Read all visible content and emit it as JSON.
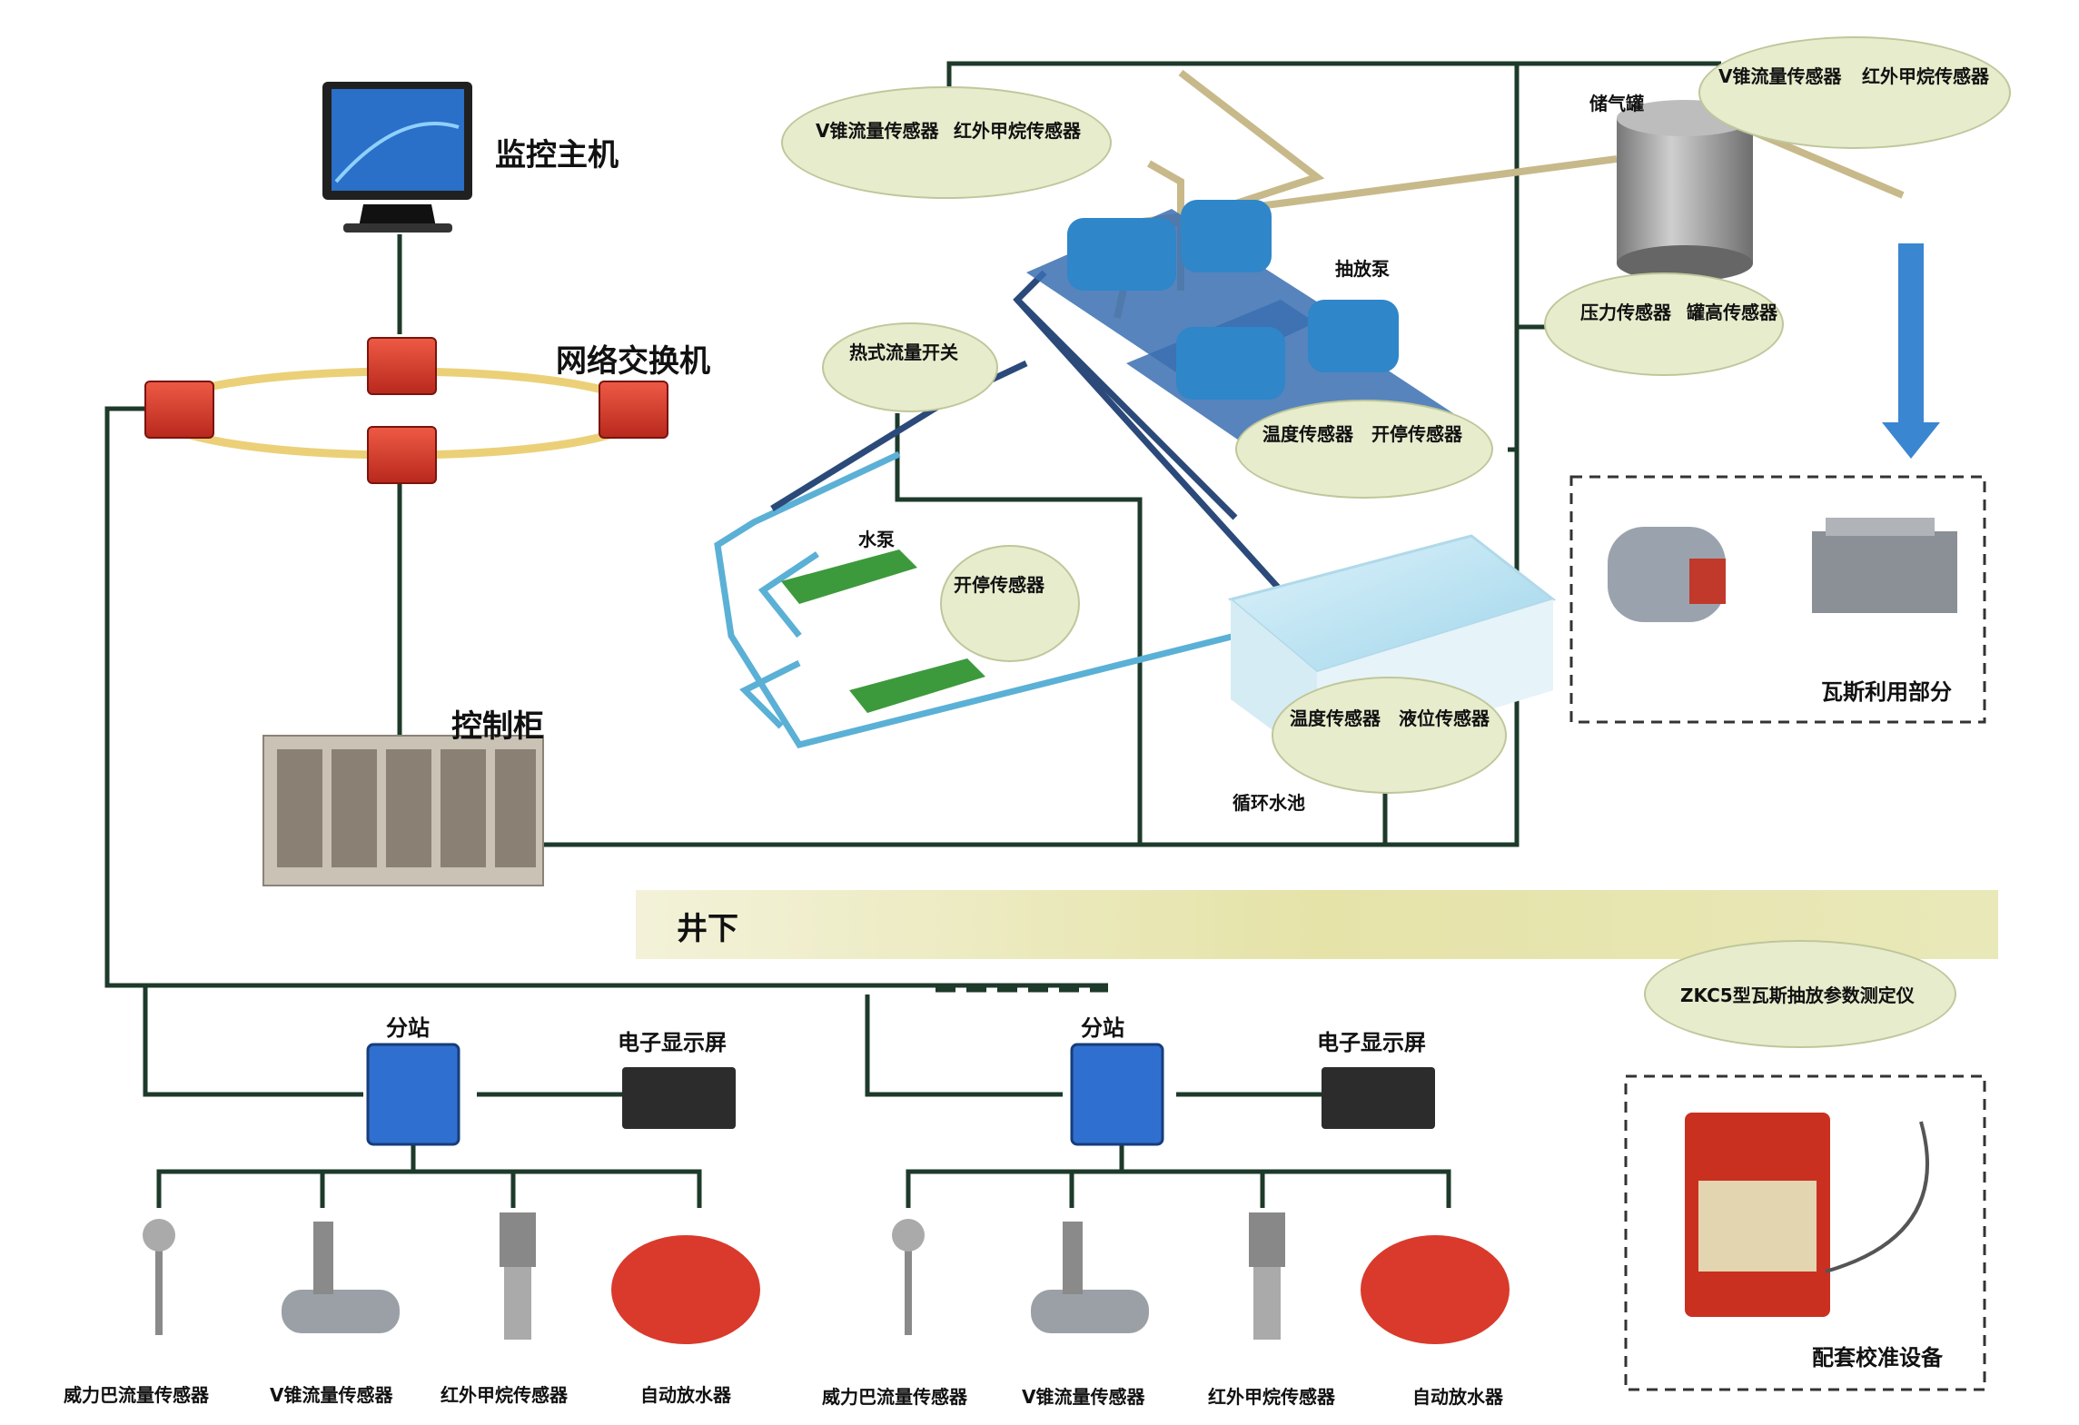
{
  "labels": {
    "monitor_host": "监控主机",
    "network_switch": "网络交换机",
    "control_cabinet": "控制柜",
    "underground": "井下",
    "substation_left": "分站",
    "substation_right": "分站",
    "display_left": "电子显示屏",
    "display_right": "电子显示屏",
    "pump_station": "抽放泵",
    "gas_tank": "储气罐",
    "water_pump": "水泵",
    "circulating_pool": "循环水池",
    "gas_utilization": "瓦斯利用部分",
    "calibration_equipment": "配套校准设备",
    "zkc5_device": "ZKC5型瓦斯抽放参数测定仪"
  },
  "bubbles": {
    "top_left": [
      "V锥流量传感器",
      "红外甲烷传感器"
    ],
    "top_right": [
      "V锥流量传感器",
      "红外甲烷传感器"
    ],
    "tank_sensors": [
      "压力传感器",
      "罐高传感器"
    ],
    "thermal_switch": [
      "热式流量开关"
    ],
    "pump_sensors": [
      "温度传感器",
      "开停传感器"
    ],
    "water_pump_sensor": [
      "开停传感器"
    ],
    "pool_sensors": [
      "温度传感器",
      "液位传感器"
    ]
  },
  "bottom_left_devices": [
    "威力巴流量传感器",
    "V锥流量传感器",
    "红外甲烷传感器",
    "自动放水器"
  ],
  "bottom_right_devices": [
    "威力巴流量传感器",
    "V锥流量传感器",
    "红外甲烷传感器",
    "自动放水器"
  ],
  "colors": {
    "wire_dark": "#1d3a2a",
    "pipe_blue": "#5bb0d6",
    "pipe_navy": "#2b4a7a",
    "gas_pipe": "#c8b98a",
    "red_device": "#d93a2b",
    "blue_device": "#2f6fd0",
    "green_pump": "#3c9a3c",
    "bubble": "#e7eccd",
    "band": "#e9e8b9",
    "arrow_blue": "#3b86d0"
  }
}
